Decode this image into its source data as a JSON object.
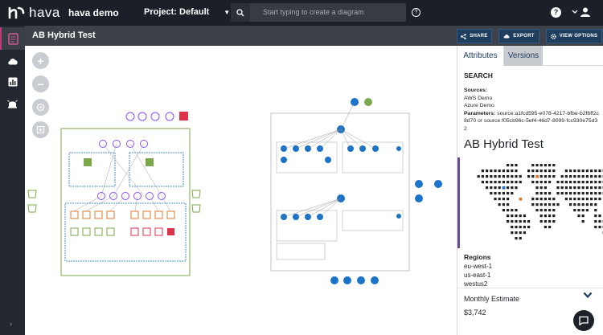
{
  "app": {
    "logo_text": "hava",
    "workspace": "hava demo"
  },
  "header": {
    "project_label": "Project: Default",
    "search_placeholder": "Start typing to create a diagram"
  },
  "diagram": {
    "title": "AB Hybrid Test"
  },
  "toolbar": {
    "share": "SHARE",
    "export": "EXPORT",
    "view_options": "VIEW OPTIONS"
  },
  "zoom": {
    "in": "+",
    "out": "−",
    "fit": "⊕"
  },
  "panel": {
    "tabs": [
      {
        "label": "Attributes"
      },
      {
        "label": "Versions"
      }
    ],
    "search_heading": "SEARCH",
    "sources_label": "Sources:",
    "sources": [
      "AWS Demo",
      "Azure Demo"
    ],
    "parameters_label": "Parameters:",
    "parameters_value": "source:a1fcd595-e078-4217-bfbe-b2f6ff2c8d70 or source:f05cb96c-5ef4-46d7-8099-fcc930e75d32",
    "environment_name": "AB Hybrid Test",
    "regions_heading": "Regions",
    "regions": [
      "eu-west-1",
      "us-east-1",
      "westus2"
    ],
    "monthly_label": "Monthly Estimate",
    "monthly_value": "$3,742"
  },
  "icons": {
    "search": "search-icon",
    "help": "help-icon",
    "user": "user-icon",
    "share": "share-icon",
    "export": "export-icon",
    "view": "settings-icon",
    "chat": "chat-icon"
  },
  "colors": {
    "topbar": "#1b1f27",
    "titlebar": "#3c414a",
    "accent_blue": "#1f3d5c",
    "aws_green": "#7aa84a",
    "aws_purple": "#8c4fff",
    "aws_orange": "#e7772a",
    "aws_red": "#dd344c",
    "azure_blue": "#1a73c8",
    "map_highlight": "#e7772a"
  }
}
